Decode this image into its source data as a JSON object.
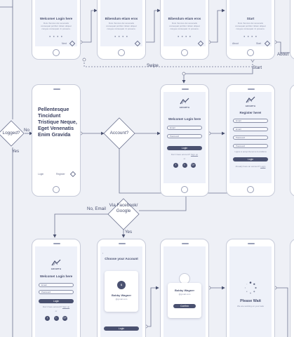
{
  "flow": {
    "edge_labels": {
      "swipe": "Swipe",
      "start": "Start",
      "about": "About",
      "no": "No",
      "yes": "Yes",
      "no_email": "No, Email",
      "yes_social": "Yes"
    },
    "decisions": {
      "logged": "Logged?",
      "account": "Account?",
      "via_social": "Via Facebook/ Google"
    }
  },
  "screens": {
    "onboard1": {
      "title": "Welcome! Login here",
      "body": "Duis rhoncus dui venenatis consequat porttitor. Etiam aliquet congue consequat. In posuere.",
      "next": "Next"
    },
    "onboard2": {
      "title": "Bibendum etiam eros",
      "body": "Duis rhoncus dui venenatis consequat porttitor. Etiam aliquet congue consequat. In posuere."
    },
    "onboard3": {
      "title": "Bibendum etiam eros",
      "body": "Duis rhoncus dui venenatis consequat porttitor. Etiam aliquet congue consequat. In posuere."
    },
    "onboard4": {
      "title": "Start",
      "body": "Duis rhoncus dui venenatis consequat porttitor. Etiam aliquet congue consequat. In posuere.",
      "about": "About",
      "start": "Start"
    },
    "splash": {
      "headline": "Pellentesque Tincidunt Tristique Neque, Eget Venenatis Enim Gravida",
      "login": "Login",
      "register": "Register"
    },
    "login": {
      "brand": "GROWTH",
      "title": "Welcome! Login here",
      "email": "Email",
      "password": "Password",
      "button": "Login",
      "no_account": "Don't have account?",
      "sign_up": "Sign up",
      "or": "or"
    },
    "register": {
      "brand": "GROWTH",
      "title": "Register here!",
      "name": "Email",
      "email": "Email",
      "password": "Password",
      "confirm": "Password",
      "agree": "I agree to accept the terms & conditions",
      "button": "Login",
      "have_account": "Already have an account?",
      "login_link": "Login"
    },
    "login2": {
      "brand": "GROWTH",
      "title": "Welcome! Login here",
      "email": "Email",
      "password": "Password",
      "button": "Login",
      "no_account": "Don't have account?",
      "sign_up": "Sign up",
      "or": "or"
    },
    "choose": {
      "title": "Choose your Account",
      "name": "Bobby Wagner",
      "email": "@gmail.com",
      "button": "Login"
    },
    "confirm": {
      "name": "Bobby Wagner",
      "email": "@gmail.com",
      "button": "Confirm"
    },
    "wait": {
      "title": "Please Wait",
      "subtitle": "We are working on your task"
    }
  },
  "colors": {
    "background": "#eef0f6",
    "line": "#4a5170",
    "accent": "#4a5170",
    "screen": "#eef1f9"
  },
  "icons": [
    "next-arrow-icon",
    "growth-logo-icon",
    "facebook-icon",
    "twitter-icon",
    "google-plus-icon",
    "avatar-icon",
    "loading-spinner-icon"
  ]
}
